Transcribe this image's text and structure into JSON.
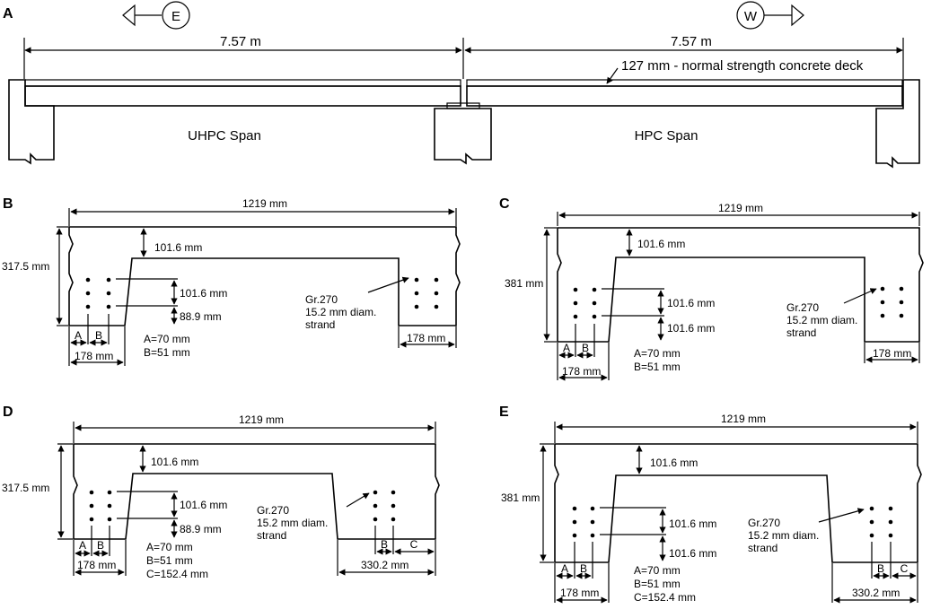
{
  "panel_a": {
    "label": "A",
    "east": "E",
    "west": "W",
    "span_left_len": "7.57 m",
    "span_right_len": "7.57 m",
    "deck_note": "127 mm - normal strength concrete deck",
    "uhpc_span": "UHPC Span",
    "hpc_span": "HPC Span"
  },
  "panel_b": {
    "label": "B",
    "width": "1219 mm",
    "height": "317.5 mm",
    "flange": "101.6 mm",
    "row_spacing": "101.6 mm",
    "bottom_cover": "88.9 mm",
    "dim_a": "A",
    "dim_b": "B",
    "web_width": "178 mm",
    "right_width": "178 mm",
    "note_a": "A=70 mm",
    "note_b": "B=51 mm",
    "strand_line1": "Gr.270",
    "strand_line2": "15.2 mm diam.",
    "strand_line3": "strand"
  },
  "panel_c": {
    "label": "C",
    "width": "1219 mm",
    "height": "381 mm",
    "flange": "101.6 mm",
    "row_spacing": "101.6 mm",
    "bottom_cover": "101.6 mm",
    "dim_a": "A",
    "dim_b": "B",
    "web_width": "178 mm",
    "right_width": "178 mm",
    "note_a": "A=70 mm",
    "note_b": "B=51 mm",
    "strand_line1": "Gr.270",
    "strand_line2": "15.2 mm diam.",
    "strand_line3": "strand"
  },
  "panel_d": {
    "label": "D",
    "width": "1219 mm",
    "height": "317.5 mm",
    "flange": "101.6 mm",
    "row_spacing": "101.6 mm",
    "bottom_cover": "88.9 mm",
    "dim_a": "A",
    "dim_b": "B",
    "dim_c": "C",
    "web_width": "178 mm",
    "right_width": "330.2 mm",
    "note_a": "A=70 mm",
    "note_b": "B=51 mm",
    "note_c": "C=152.4 mm",
    "strand_line1": "Gr.270",
    "strand_line2": "15.2 mm diam.",
    "strand_line3": "strand"
  },
  "panel_e": {
    "label": "E",
    "width": "1219 mm",
    "height": "381 mm",
    "flange": "101.6 mm",
    "row_spacing": "101.6 mm",
    "bottom_cover": "101.6 mm",
    "dim_a": "A",
    "dim_b": "B",
    "dim_c": "C",
    "web_width": "178 mm",
    "right_width": "330.2 mm",
    "note_a": "A=70 mm",
    "note_b": "B=51 mm",
    "note_c": "C=152.4 mm",
    "strand_line1": "Gr.270",
    "strand_line2": "15.2 mm diam.",
    "strand_line3": "strand"
  }
}
